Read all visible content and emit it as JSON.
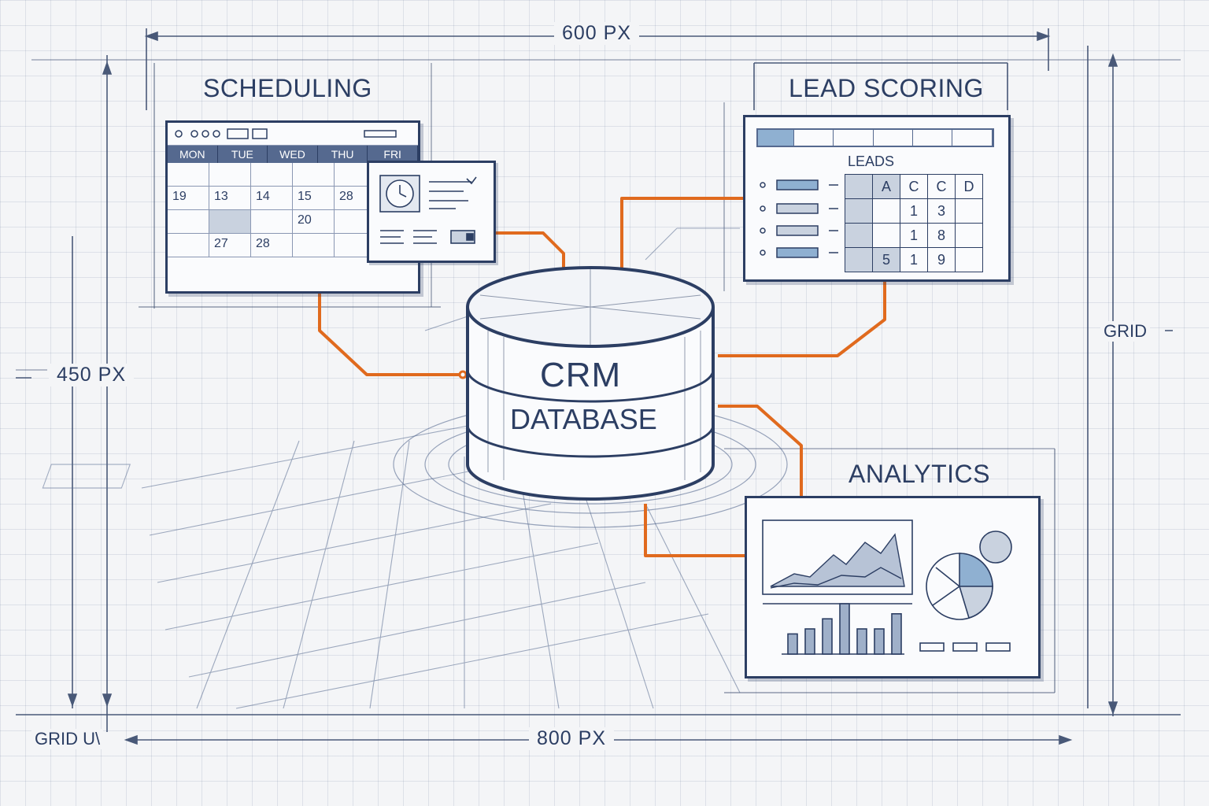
{
  "labels": {
    "top_dimension": "600 PX",
    "bottom_dimension": "800 PX",
    "left_dimension": "450 PX",
    "right_grid": "GRID",
    "bottom_left_grid": "GRID U\\"
  },
  "modules": {
    "scheduling": {
      "title": "SCHEDULING",
      "days": [
        "MON",
        "TUE",
        "WED",
        "THU",
        "FRI"
      ],
      "dates": [
        "19",
        "13",
        "14",
        "15",
        "28",
        "",
        "",
        "",
        "",
        "20",
        "",
        "",
        "",
        "27",
        "28",
        "",
        "",
        ""
      ]
    },
    "lead_scoring": {
      "title": "LEAD SCORING",
      "table_title": "LEADS",
      "rows": [
        [
          "",
          "A",
          "C",
          "C",
          "D"
        ],
        [
          "",
          "",
          "1",
          "3",
          ""
        ],
        [
          "",
          "",
          "1",
          "8",
          ""
        ],
        [
          "",
          "5",
          "1",
          "9",
          ""
        ]
      ]
    },
    "database": {
      "title_line1": "CRM",
      "title_line2": "DATABASE"
    },
    "analytics": {
      "title": "ANALYTICS",
      "bar_values": [
        2,
        2.5,
        3.5,
        5,
        2.5,
        2.5,
        4
      ]
    }
  },
  "colors": {
    "ink": "#2c3e63",
    "connector": "#e06a1e",
    "accent_blue": "#8fb0d1",
    "background": "#f4f5f7"
  }
}
